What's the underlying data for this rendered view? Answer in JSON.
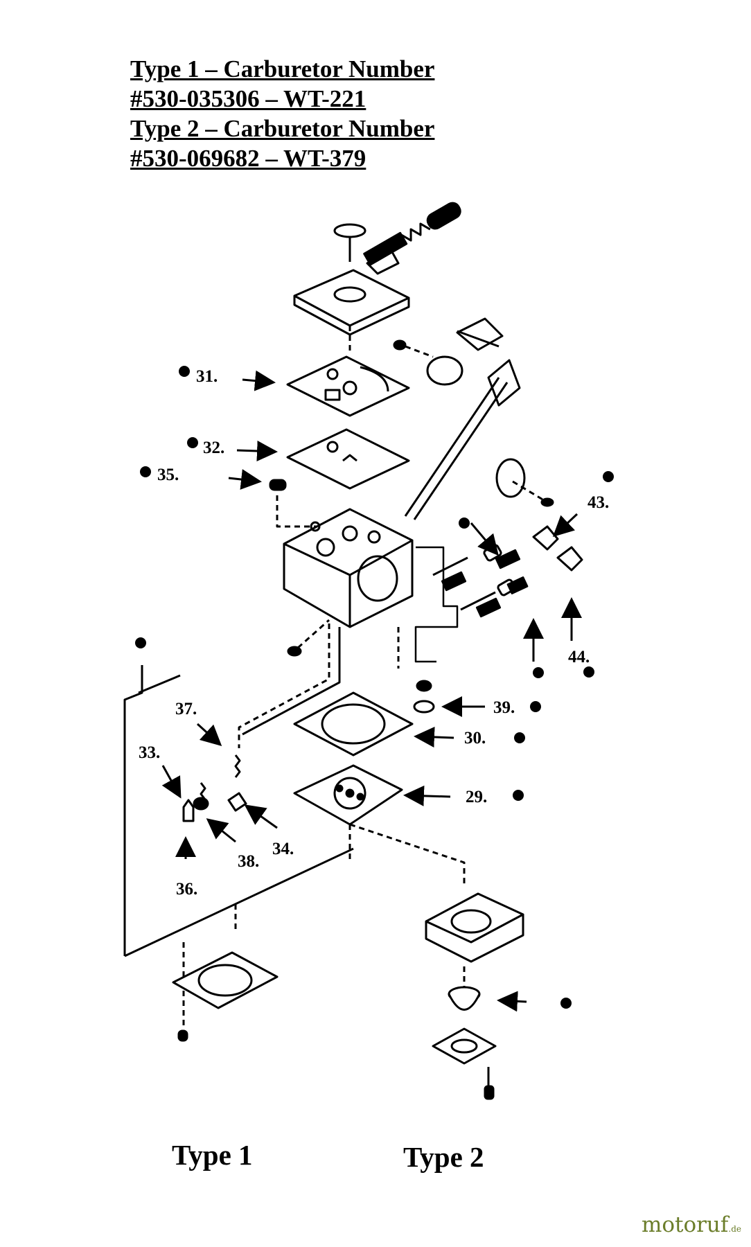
{
  "header": {
    "line1": "Type 1 – Carburetor Number",
    "line2": "#530-035306 – WT-221",
    "line3": "Type 2 – Carburetor Number",
    "line4": "#530-069682 – WT-379"
  },
  "callouts": {
    "c31": "31.",
    "c32": "32.",
    "c35": "35.",
    "c43": "43.",
    "c44": "44.",
    "c39": "39.",
    "c30": "30.",
    "c29": "29.",
    "c37": "37.",
    "c33": "33.",
    "c34": "34.",
    "c38": "38.",
    "c36": "36."
  },
  "types": {
    "t1": "Type 1",
    "t2": "Type 2"
  },
  "watermark": {
    "main": "motoruf",
    "suffix": ".de"
  },
  "colors": {
    "ink": "#000000",
    "watermark": "#6b7d2a"
  }
}
